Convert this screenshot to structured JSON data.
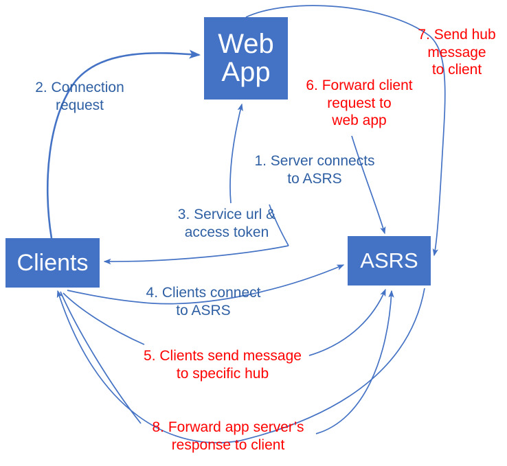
{
  "diagram": {
    "title": "Azure SignalR Service (ASRS) message flow",
    "colors": {
      "node_fill": "#4472C4",
      "node_text": "#FFFFFF",
      "arrow": "#4472C4",
      "label_blue": "#2E5FA3",
      "label_red": "#FF0000",
      "background": "#FFFFFF"
    },
    "nodes": [
      {
        "id": "webapp",
        "label": "Web\nApp"
      },
      {
        "id": "clients",
        "label": "Clients"
      },
      {
        "id": "asrs",
        "label": "ASRS"
      }
    ],
    "steps": [
      {
        "number": "1",
        "text": "1. Server connects\nto ASRS",
        "color": "blue",
        "from": "webapp",
        "to": "asrs"
      },
      {
        "number": "2",
        "text": "2. Connection\nrequest",
        "color": "blue",
        "from": "clients",
        "to": "webapp"
      },
      {
        "number": "3",
        "text": "3. Service url &\naccess token",
        "color": "blue",
        "from": "webapp",
        "to": "clients"
      },
      {
        "number": "4",
        "text": "4. Clients connect\nto ASRS",
        "color": "blue",
        "from": "clients",
        "to": "asrs"
      },
      {
        "number": "5",
        "text": "5. Clients send message\nto specific hub",
        "color": "red",
        "from": "clients",
        "to": "asrs"
      },
      {
        "number": "6",
        "text": "6. Forward client\nrequest to\nweb app",
        "color": "red",
        "from": "asrs",
        "to": "webapp"
      },
      {
        "number": "7",
        "text": "7. Send hub\nmessage\nto client",
        "color": "red",
        "from": "webapp",
        "to": "asrs"
      },
      {
        "number": "8",
        "text": "8. Forward app server’s\nresponse to client",
        "color": "red",
        "from": "asrs",
        "to": "clients"
      }
    ]
  }
}
